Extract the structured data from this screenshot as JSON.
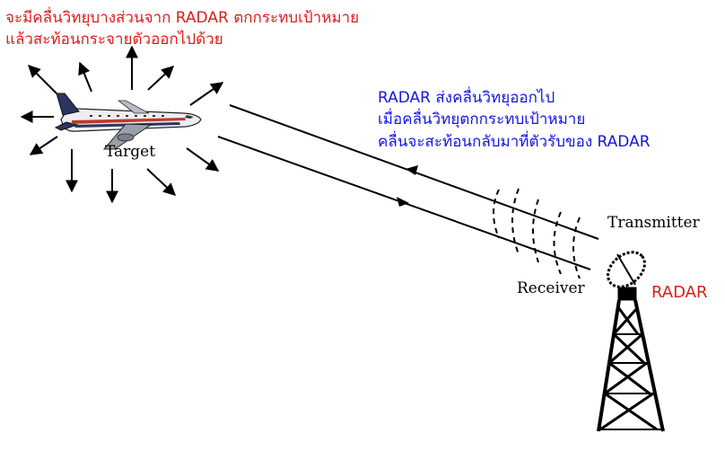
{
  "captions": {
    "reflection_line1": "จะมีคลื่นวิทยุบางส่วนจาก RADAR ตกกระทบเป้าหมาย",
    "reflection_line2": "แล้วสะท้อนกระจายตัวออกไปด้วย",
    "radar_line1": "RADAR ส่งคลื่นวิทยุออกไป",
    "radar_line2": "เมื่อคลื่นวิทยุตกกระทบเป้าหมาย",
    "radar_line3": "คลื่นจะสะท้อนกลับมาที่ตัวรับของ RADAR"
  },
  "labels": {
    "target": "Target",
    "transmitter": "Transmitter",
    "receiver": "Receiver",
    "radar": "RADAR"
  },
  "colors": {
    "red_text": "#e01b1b",
    "blue_text": "#1414e6",
    "lines": "#000000"
  },
  "icons": {
    "target": "airplane-icon",
    "radar": "radar-tower-icon"
  }
}
